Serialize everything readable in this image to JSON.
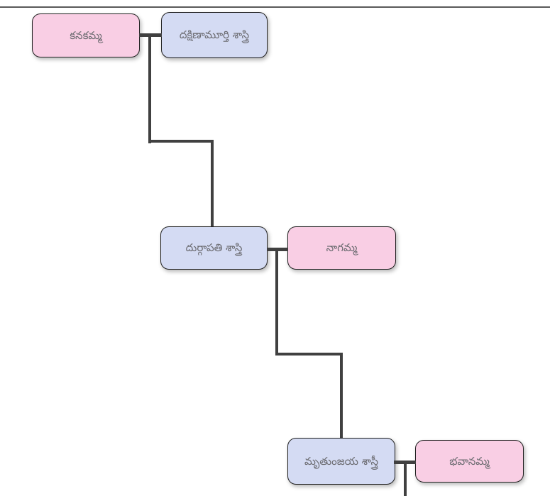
{
  "page": {
    "background": "#ffffff",
    "top_divider_color": "#5a5a5a"
  },
  "colors": {
    "female_box_fill": "#f9cee4",
    "male_box_fill": "#d4dbf3",
    "box_border": "#1f1f1f",
    "box_text": "#6b6b70",
    "connector_line": "#404040"
  },
  "tree": {
    "type": "family-tree",
    "nodes": [
      {
        "name": "కనకమ్మ",
        "gender": "female",
        "generation": 1
      },
      {
        "name": "దక్షిణామూర్తి శాస్త్రి",
        "gender": "male",
        "generation": 1
      },
      {
        "name": "దుర్గాపతి శాస్త్రి",
        "gender": "male",
        "generation": 2
      },
      {
        "name": "నాగమ్మ",
        "gender": "female",
        "generation": 2
      },
      {
        "name": "మృతుంజయ శాస్త్రీ",
        "gender": "male",
        "generation": 3
      },
      {
        "name": "భవానమ్మ",
        "gender": "female",
        "generation": 3
      }
    ],
    "couples": [
      {
        "wife": "కనకమ్మ",
        "husband": "దక్షిణామూర్తి శాస్త్రి",
        "child": "దుర్గాపతి శాస్త్రి"
      },
      {
        "husband": "దుర్గాపతి శాస్త్రి",
        "wife": "నాగమ్మ",
        "child": "మృతుంజయ శాస్త్రీ"
      },
      {
        "husband": "మృతుంజయ శాస్త్రీ",
        "wife": "భవానమ్మ",
        "child": ""
      }
    ]
  }
}
